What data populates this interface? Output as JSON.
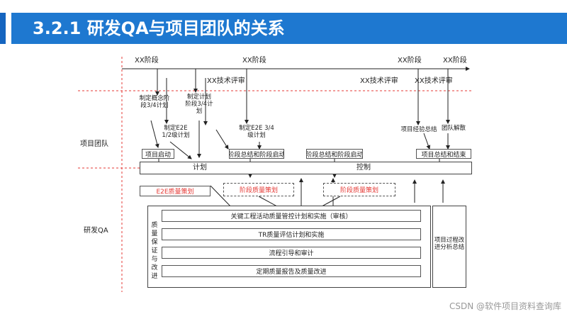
{
  "header": {
    "title": "3.2.1 研发QA与项目团队的关系"
  },
  "timeline": {
    "stages": [
      "XX阶段",
      "XX阶段",
      "XX阶段",
      "XX阶段"
    ],
    "reviews": [
      "XX技术评审",
      "XX技术评审",
      "XX技术评审"
    ]
  },
  "sections": {
    "team": "项目团队",
    "qa": "研发QA"
  },
  "annotations": {
    "concept_plan": "制定概念阶段3/4计划",
    "plan_plan": "制定计划阶段3/4计划",
    "e2e_12": "制定E2E 1/2级计划",
    "e2e_34": "制定E2E 3/4级计划",
    "experience": "项目经验总结",
    "disband": "团队解散"
  },
  "milestones": {
    "kickoff": "项目启动",
    "stage_review_1": "阶段总结和阶段启动",
    "stage_review_2": "阶段总结和阶段启动",
    "closure": "项目总结和结束"
  },
  "bar": {
    "plan": "计划",
    "control": "控制"
  },
  "qa_planning": {
    "e2e": "E2E质量策划",
    "stage_1": "阶段质量策划",
    "stage_2": "阶段质量策划"
  },
  "qa_assurance": {
    "label": "质量保证与改进",
    "rows": [
      "关键工程活动质量管控计划和实施（审核）",
      "TR质量评估计划和实施",
      "流程引导和审计",
      "定期质量报告及质量改进"
    ]
  },
  "improvement": {
    "label": "项目过程改进分析总结"
  },
  "watermark": "CSDN @软件项目资料查询库",
  "colors": {
    "title_bar": "#1e78d0",
    "accent": "#1565c0",
    "highlight": "#e53935",
    "divider": "#e53935"
  }
}
